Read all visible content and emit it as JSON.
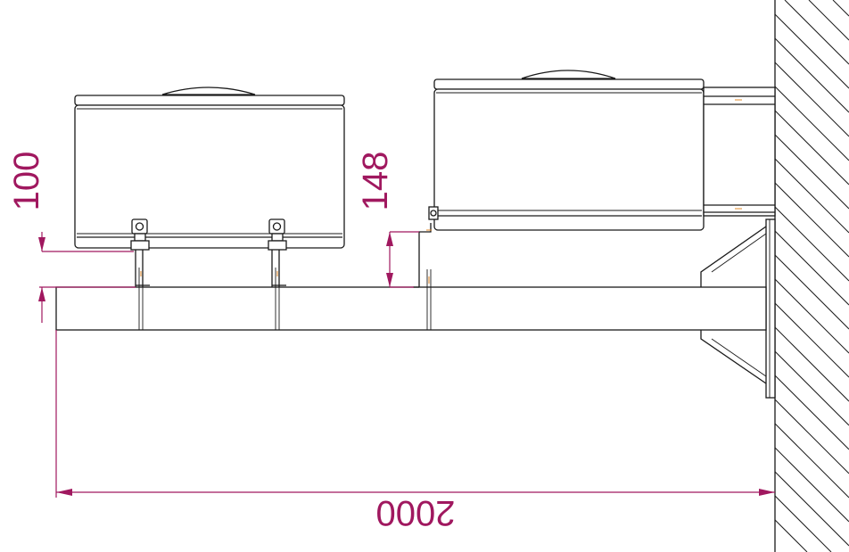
{
  "dimensions": {
    "unit_spacing_left": "100",
    "unit_spacing_right": "148",
    "total_length": "2000"
  },
  "colors": {
    "dimension": "#a0185f",
    "outline": "#1a1a1a",
    "marker": "#e08a2a"
  }
}
